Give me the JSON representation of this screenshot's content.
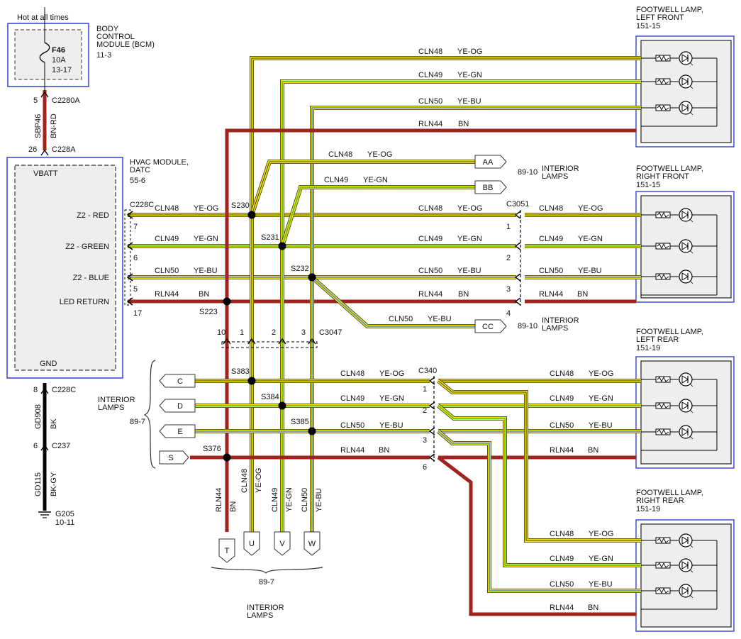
{
  "colors": {
    "yellow": "#f2e600",
    "green": "#5cb82e",
    "blue": "#5a8fd6",
    "red": "#a0241c",
    "brown_red": "#9b2a22",
    "black": "#111111",
    "module_border": "#2233cc",
    "module_fill": "#eeeeee"
  },
  "top": {
    "hot_label": "Hot at all times"
  },
  "bcm": {
    "name": "BODY\nCONTROL\nMODULE (BCM)",
    "ref": "11-3",
    "fuse": "F46",
    "fuse_amp": "10A",
    "fuse_ref": "13-17"
  },
  "feed": {
    "pin_top": "5",
    "conn_top": "C2280A",
    "circuit": "SBP46",
    "color": "BN-RD",
    "pin_bottom": "26",
    "conn_bottom": "C228A"
  },
  "hvac": {
    "name": "HVAC MODULE,\nDATC",
    "ref": "55-6",
    "vbatt": "VBATT",
    "gnd": "GND",
    "outputs": [
      "Z2 - RED",
      "Z2 - GREEN",
      "Z2 - BLUE",
      "LED RETURN"
    ],
    "pins": [
      "7",
      "6",
      "5",
      "17"
    ],
    "connector": "C228C"
  },
  "ground": {
    "pin1": "8",
    "conn1": "C228C",
    "circuit1": "GD908",
    "color1": "BK",
    "pin2": "6",
    "conn2": "C237",
    "circuit2": "GD115",
    "color2": "BK-GY",
    "gnd_name": "G205",
    "gnd_ref": "10-11"
  },
  "wires": {
    "cln48": "CLN48",
    "cln49": "CLN49",
    "cln50": "CLN50",
    "rln44": "RLN44",
    "ye_og": "YE-OG",
    "ye_gn": "YE-GN",
    "ye_bu": "YE-BU",
    "bn": "BN"
  },
  "splices": {
    "s230": "S230",
    "s231": "S231",
    "s232": "S232",
    "s223": "S223",
    "s383": "S383",
    "s384": "S384",
    "s385": "S385",
    "s376": "S376"
  },
  "connectors": {
    "c3051": "C3051",
    "c3051_pins": [
      "1",
      "2",
      "3",
      "4"
    ],
    "c3047": "C3047",
    "c3047_pins": [
      "10",
      "1",
      "2",
      "3"
    ],
    "c340": "C340",
    "c340_pins": [
      "1",
      "2",
      "3",
      "6"
    ]
  },
  "interior": {
    "label": "INTERIOR\nLAMPS",
    "ref_8910": "89-10",
    "ref_897": "89-7",
    "tags_top": [
      "AA",
      "BB",
      "CC"
    ],
    "tags_left": [
      "C",
      "D",
      "E",
      "S"
    ],
    "tags_bottom": [
      "T",
      "U",
      "V",
      "W"
    ]
  },
  "lamps": [
    {
      "name": "FOOTWELL LAMP,\nLEFT FRONT",
      "ref": "151-15"
    },
    {
      "name": "FOOTWELL LAMP,\nRIGHT FRONT",
      "ref": "151-15"
    },
    {
      "name": "FOOTWELL LAMP,\nLEFT REAR",
      "ref": "151-19"
    },
    {
      "name": "FOOTWELL LAMP,\nRIGHT REAR",
      "ref": "151-19"
    }
  ]
}
